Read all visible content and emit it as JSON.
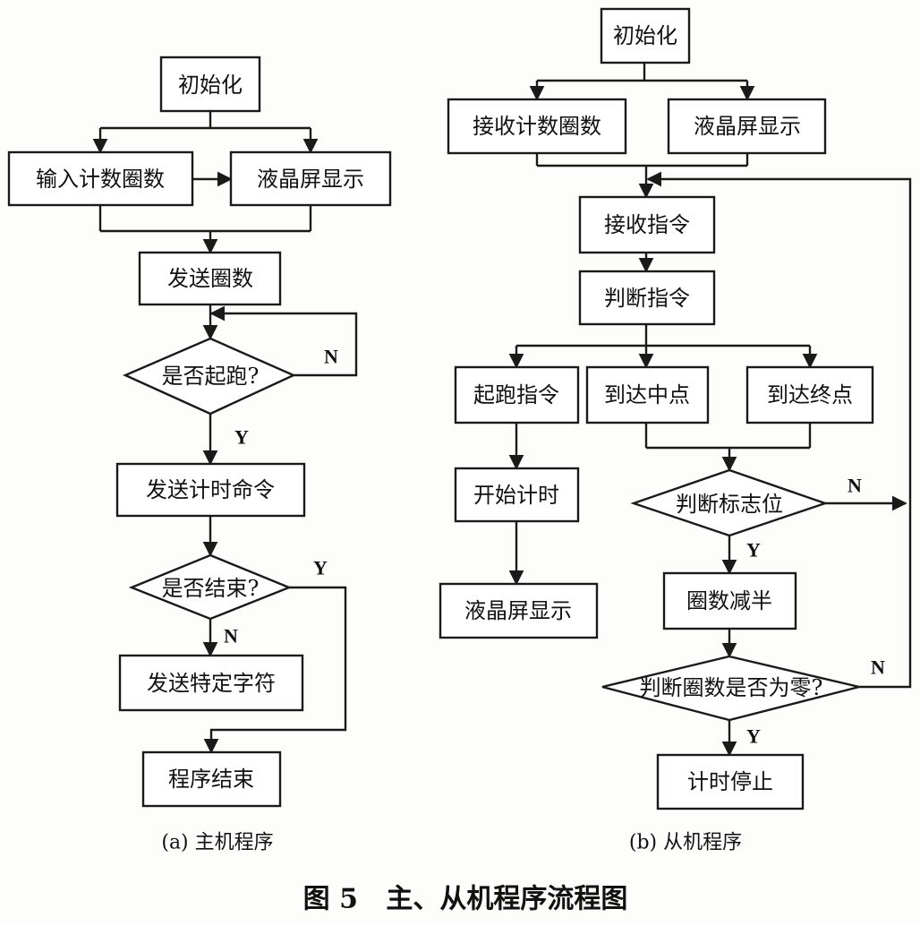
{
  "diagram": {
    "caption": "图 5   主、从机程序流程图",
    "host": {
      "subtitle": "(a) 主机程序",
      "init": "初始化",
      "input_laps": "输入计数圈数",
      "lcd": "液晶屏显示",
      "send_laps": "发送圈数",
      "start_q": "是否起跑?",
      "send_timing": "发送计时命令",
      "end_q": "是否结束?",
      "send_char": "发送特定字符",
      "prog_end": "程序结束",
      "y_label": "Y",
      "n_label": "N"
    },
    "slave": {
      "subtitle": "(b) 从机程序",
      "init": "初始化",
      "recv_laps": "接收计数圈数",
      "lcd_top": "液晶屏显示",
      "recv_cmd": "接收指令",
      "judge_cmd": "判断指令",
      "start_cmd": "起跑指令",
      "midpoint": "到达中点",
      "endpoint": "到达终点",
      "start_timing": "开始计时",
      "lcd_bottom": "液晶屏显示",
      "flag_q": "判断标志位",
      "halve": "圈数减半",
      "zero_q": "判断圈数是否为零?",
      "stop": "计时停止",
      "y_label": "Y",
      "n_label": "N"
    }
  }
}
